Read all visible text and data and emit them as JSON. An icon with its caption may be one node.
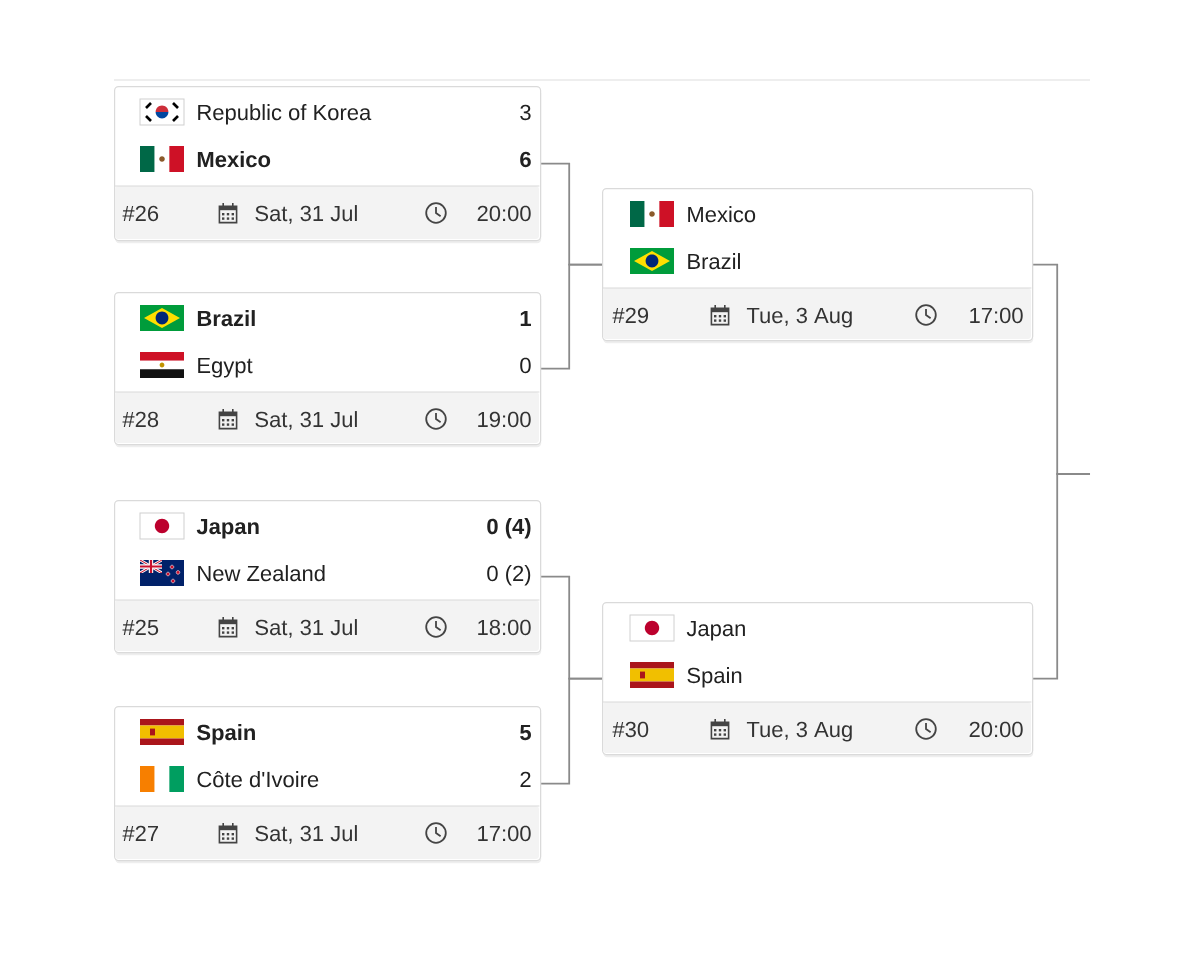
{
  "diagram": {
    "nodes": [
      {
        "text": [
          "Republic of Korea",
          "3",
          "**Mexico**",
          "**6**",
          "#26",
          "Sat, 31 Jul",
          "20:00"
        ]
      },
      {
        "text": [
          "**Brazil**",
          "**1**",
          "Egypt",
          "0",
          "#28",
          "Sat, 31 Jul",
          "19:00"
        ]
      },
      {
        "text": [
          "**Japan**",
          "**0 (4)**",
          "New Zealand",
          "0 (2)",
          "#25",
          "Sat, 31 Jul",
          "18:00"
        ]
      },
      {
        "text": [
          "**Spain**",
          "**5**",
          "Côte d'Ivoire",
          "2",
          "#27",
          "Sat, 31 Jul",
          "17:00"
        ]
      },
      {
        "text": [
          "Mexico",
          "Brazil",
          "#29",
          "Tue, 3 Aug",
          "17:00"
        ]
      },
      {
        "text": [
          "Japan",
          "Spain",
          "#30",
          "Tue, 3 Aug",
          "20:00"
        ]
      }
    ],
    "edges": [
      {
        "from": 0,
        "to": 4,
        "arrow": "none"
      },
      {
        "from": 1,
        "to": 4,
        "arrow": "none"
      },
      {
        "from": 2,
        "to": 5,
        "arrow": "none"
      },
      {
        "from": 3,
        "to": 5,
        "arrow": "none"
      },
      {
        "from": 4,
        "to": null,
        "arrow": "none"
      },
      {
        "from": 5,
        "to": null,
        "arrow": "none"
      }
    ]
  }
}
